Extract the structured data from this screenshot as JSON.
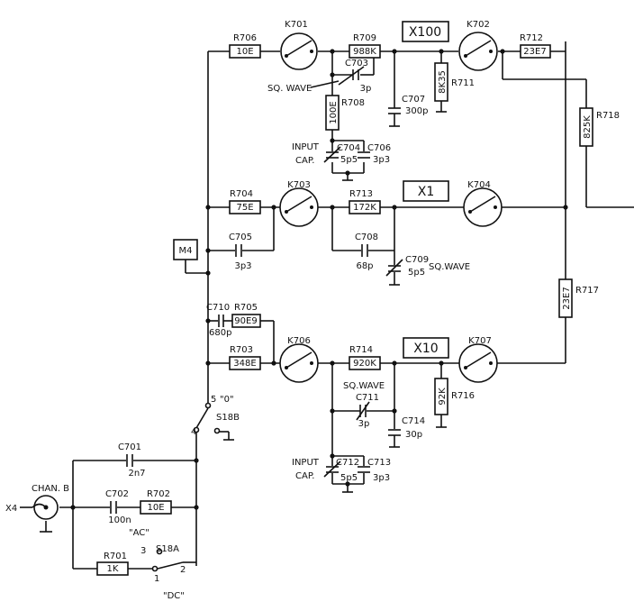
{
  "resistors": {
    "R706": {
      "name": "R706",
      "value": "10E"
    },
    "R709": {
      "name": "R709",
      "value": "988K"
    },
    "R711": {
      "name": "R711",
      "value": "8K35"
    },
    "R712": {
      "name": "R712",
      "value": "23E7"
    },
    "R718": {
      "name": "R718",
      "value": "825K"
    },
    "R708": {
      "name": "R708",
      "value": "100E"
    },
    "R704": {
      "name": "R704",
      "value": "75E"
    },
    "R713": {
      "name": "R713",
      "value": "172K"
    },
    "R717": {
      "name": "R717",
      "value": "23E7"
    },
    "R705": {
      "name": "R705",
      "value": "90E9"
    },
    "R703": {
      "name": "R703",
      "value": "348E"
    },
    "R714": {
      "name": "R714",
      "value": "920K"
    },
    "R716": {
      "name": "R716",
      "value": "92K"
    },
    "R702": {
      "name": "R702",
      "value": "10E"
    },
    "R701": {
      "name": "R701",
      "value": "1K"
    }
  },
  "capacitors": {
    "C703": {
      "name": "C703",
      "value": "3p"
    },
    "C707": {
      "name": "C707",
      "value": "300p"
    },
    "C704": {
      "name": "C704",
      "value": "5p5"
    },
    "C706": {
      "name": "C706",
      "value": "3p3"
    },
    "C705": {
      "name": "C705",
      "value": "3p3"
    },
    "C708": {
      "name": "C708",
      "value": "68p"
    },
    "C709": {
      "name": "C709",
      "value": "5p5"
    },
    "C710": {
      "name": "C710",
      "value": "680p"
    },
    "C711": {
      "name": "C711",
      "value": "3p"
    },
    "C714": {
      "name": "C714",
      "value": "30p"
    },
    "C712": {
      "name": "C712",
      "value": "5p5"
    },
    "C713": {
      "name": "C713",
      "value": "3p3"
    },
    "C701": {
      "name": "C701",
      "value": "2n7"
    },
    "C702": {
      "name": "C702",
      "value": "100n"
    }
  },
  "relays": [
    "K701",
    "K702",
    "K703",
    "K704",
    "K706",
    "K707"
  ],
  "gain_boxes": {
    "x100": "X100",
    "x1": "X1",
    "x10": "X10"
  },
  "labels": {
    "sq_wave_1": "SQ. WAVE",
    "sq_wave_2": "SQ.WAVE",
    "sq_wave_3": "SQ.WAVE",
    "input_cap_1a": "INPUT",
    "input_cap_1b": "CAP.",
    "input_cap_2a": "INPUT",
    "input_cap_2b": "CAP.",
    "m4": "M4",
    "chan_b": "CHAN. B",
    "x4": "X4",
    "ac": "\"AC\"",
    "dc": "\"DC\"",
    "zero": "\"0\"",
    "s18b": "S18B",
    "s18a": "S18A",
    "pin1": "1",
    "pin2": "2",
    "pin3": "3",
    "pin4": "4",
    "pin5": "5"
  }
}
